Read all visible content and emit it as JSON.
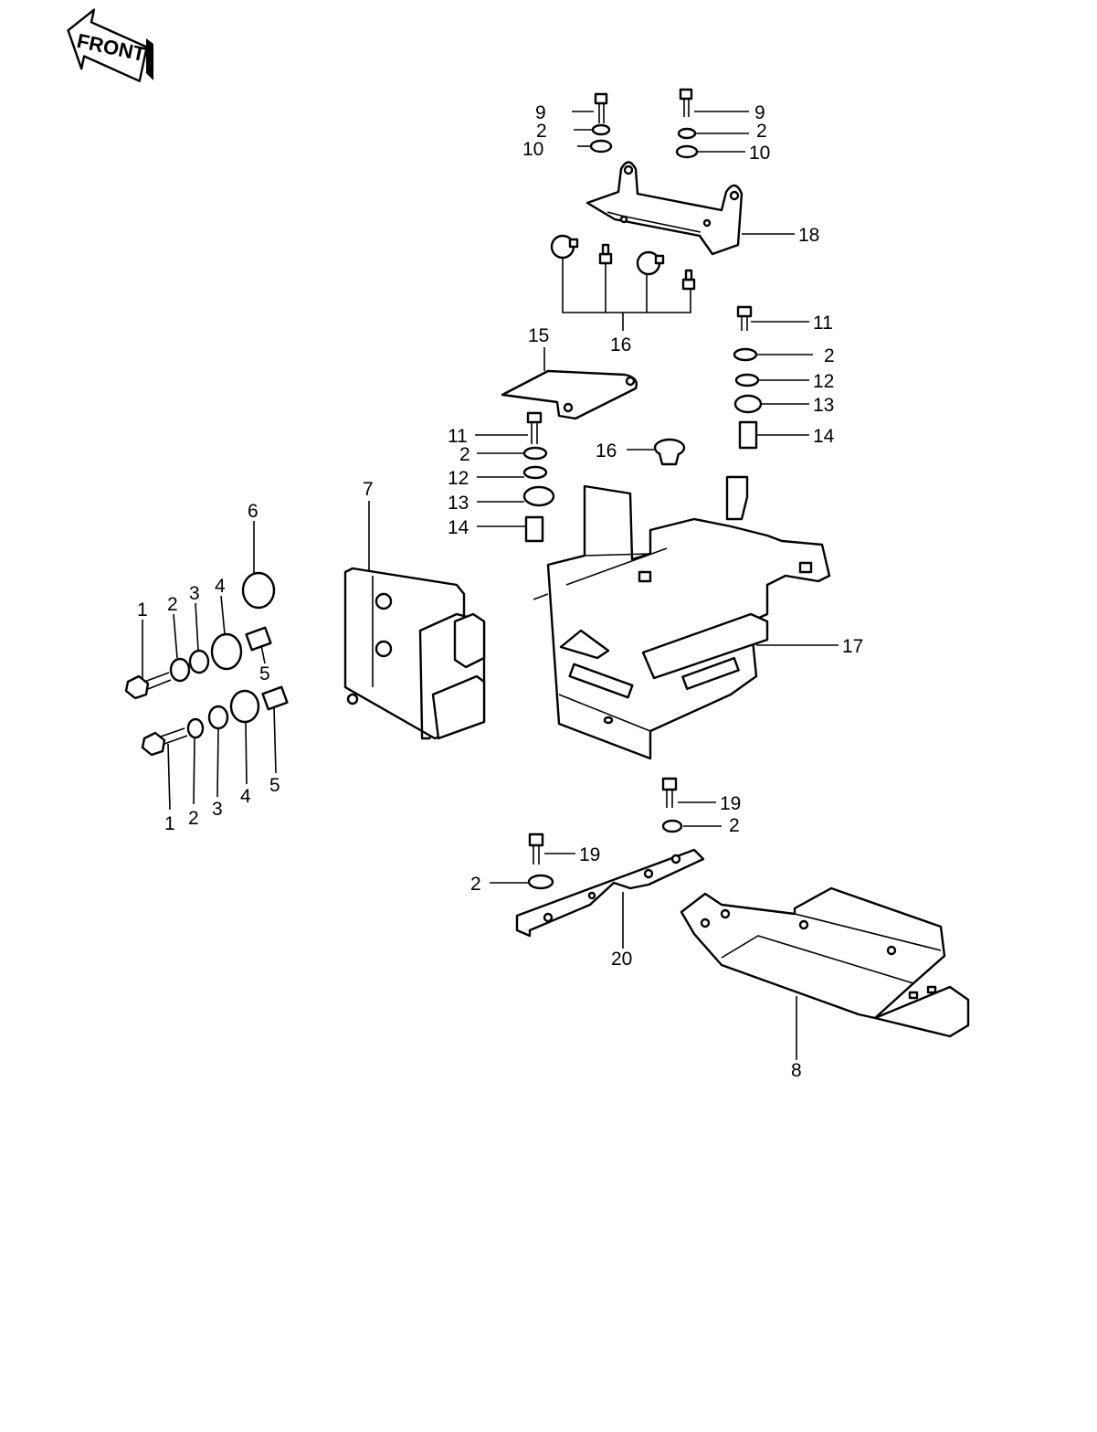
{
  "direction_badge": {
    "label": "FRONT"
  },
  "callouts": {
    "c1a": "1",
    "c2a": "2",
    "c3a": "3",
    "c4a": "4",
    "c5a": "5",
    "c6": "6",
    "c1b": "1",
    "c2b": "2",
    "c3b": "3",
    "c4b": "4",
    "c5b": "5",
    "c7": "7",
    "c8": "8",
    "c9a": "9",
    "c2c": "2",
    "c10a": "10",
    "c9b": "9",
    "c2d": "2",
    "c10b": "10",
    "c18": "18",
    "c16a": "16",
    "c15": "15",
    "c11a": "11",
    "c2e": "2",
    "c12a": "12",
    "c13a": "13",
    "c14a": "14",
    "c16b": "16",
    "c11b": "11",
    "c2f": "2",
    "c12b": "12",
    "c13b": "13",
    "c14b": "14",
    "c17": "17",
    "c19a": "19",
    "c2g": "2",
    "c19b": "19",
    "c2h": "2",
    "c20": "20"
  }
}
